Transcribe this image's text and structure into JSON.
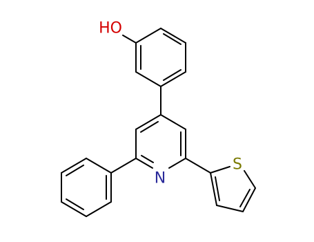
{
  "molecule": {
    "atoms": {
      "hydroxyl": {
        "label": "HO",
        "color": "#d40000"
      },
      "pyridine_n": {
        "label": "N",
        "color": "#2a2a9a"
      },
      "thiophene_s": {
        "label": "S",
        "color": "#7a7a00"
      }
    },
    "bond_color": "#000000"
  }
}
